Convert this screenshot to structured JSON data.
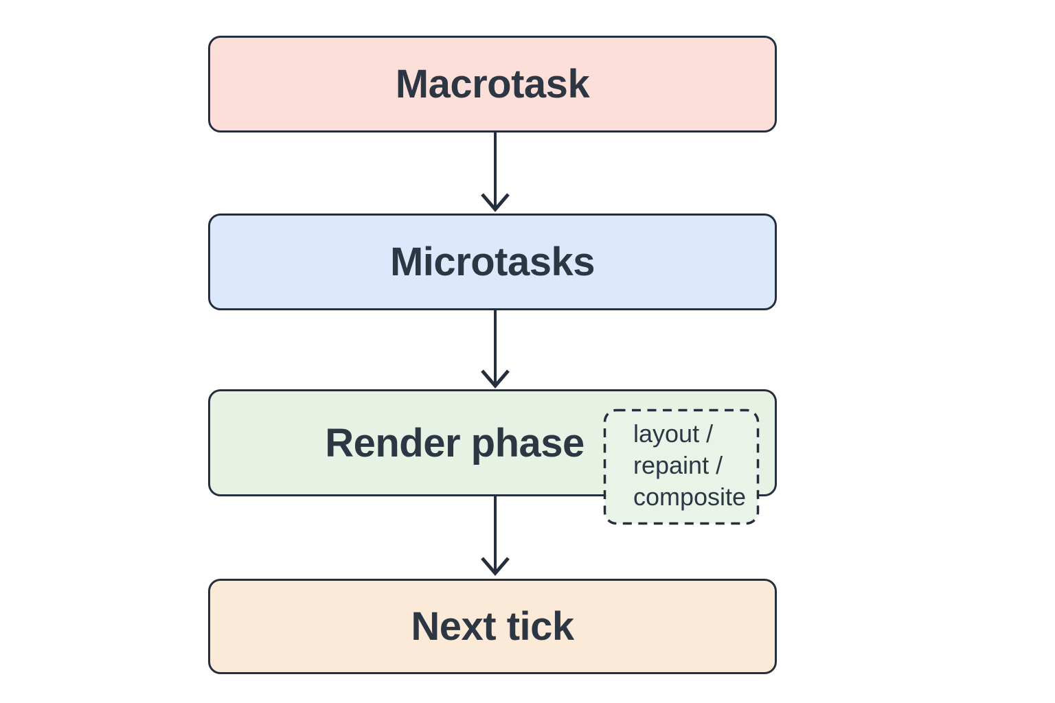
{
  "diagram": {
    "type": "flowchart",
    "subject": "browser event loop phases",
    "background_color": "#ffffff",
    "stroke_color": "#242e3c",
    "text_color": "#2d3744",
    "nodes": [
      {
        "id": "macrotask",
        "label": "Macrotask",
        "fill": "#fcdfd9"
      },
      {
        "id": "microtasks",
        "label": "Microtasks",
        "fill": "#dce9fc"
      },
      {
        "id": "render-phase",
        "label": "Render phase",
        "fill": "#e7f2e4"
      },
      {
        "id": "next-tick",
        "label": "Next tick",
        "fill": "#fcead8"
      }
    ],
    "note": {
      "attached_to": "render-phase",
      "lines": [
        "layout /",
        "repaint /",
        "composite"
      ],
      "fill": "#eaf3e7",
      "border_style": "dashed"
    },
    "connections": [
      {
        "from": "macrotask",
        "to": "microtasks"
      },
      {
        "from": "microtasks",
        "to": "render-phase"
      },
      {
        "from": "render-phase",
        "to": "next-tick"
      }
    ]
  }
}
